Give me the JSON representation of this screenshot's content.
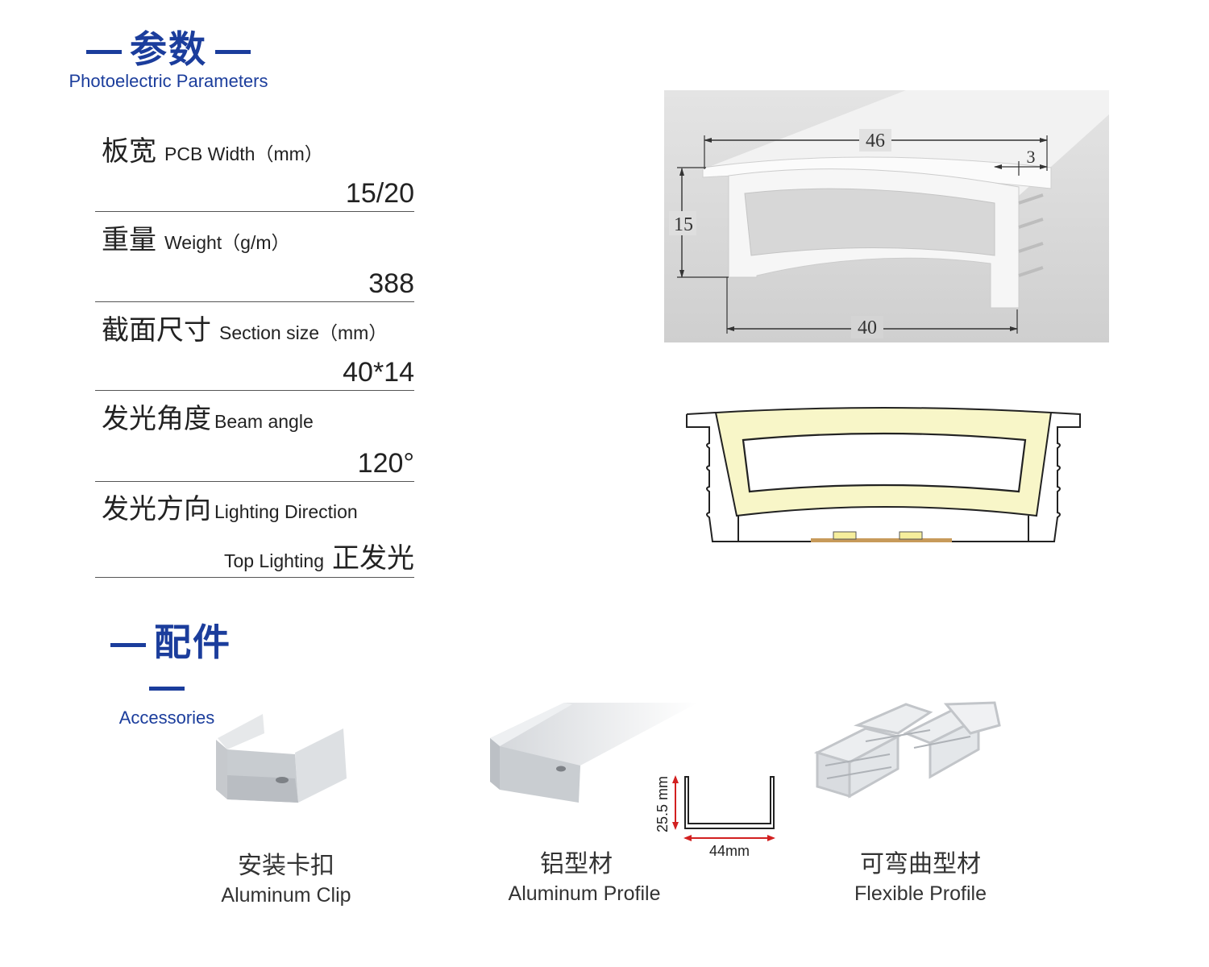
{
  "params_section": {
    "title_zh": "参数",
    "title_en": "Photoelectric Parameters"
  },
  "params": [
    {
      "zh": "板宽",
      "en": "PCB Width（mm）",
      "value": "15/20"
    },
    {
      "zh": "重量",
      "en": "Weight（g/m）",
      "value": "388"
    },
    {
      "zh": "截面尺寸",
      "en": "Section size（mm）",
      "value": "40*14"
    },
    {
      "zh": "发光角度",
      "en": "Beam angle",
      "value": "120°"
    },
    {
      "zh": "发光方向",
      "en": "Lighting Direction",
      "value_en": "Top Lighting",
      "value_zh": "正发光"
    }
  ],
  "diagram": {
    "top_width": "46",
    "lip": "3",
    "height": "15",
    "bottom_width": "40",
    "light_color": "#f8f6c8"
  },
  "accessories_section": {
    "title_zh": "配件",
    "title_en": "Accessories"
  },
  "accessories": [
    {
      "zh": "安装卡扣",
      "en": "Aluminum Clip"
    },
    {
      "zh": "铝型材",
      "en": "Aluminum Profile",
      "dim_height": "25.5 mm",
      "dim_width": "44mm"
    },
    {
      "zh": "可弯曲型材",
      "en": "Flexible Profile"
    }
  ],
  "colors": {
    "brand": "#1b3d9c",
    "dimension_arrow": "#d22020"
  }
}
